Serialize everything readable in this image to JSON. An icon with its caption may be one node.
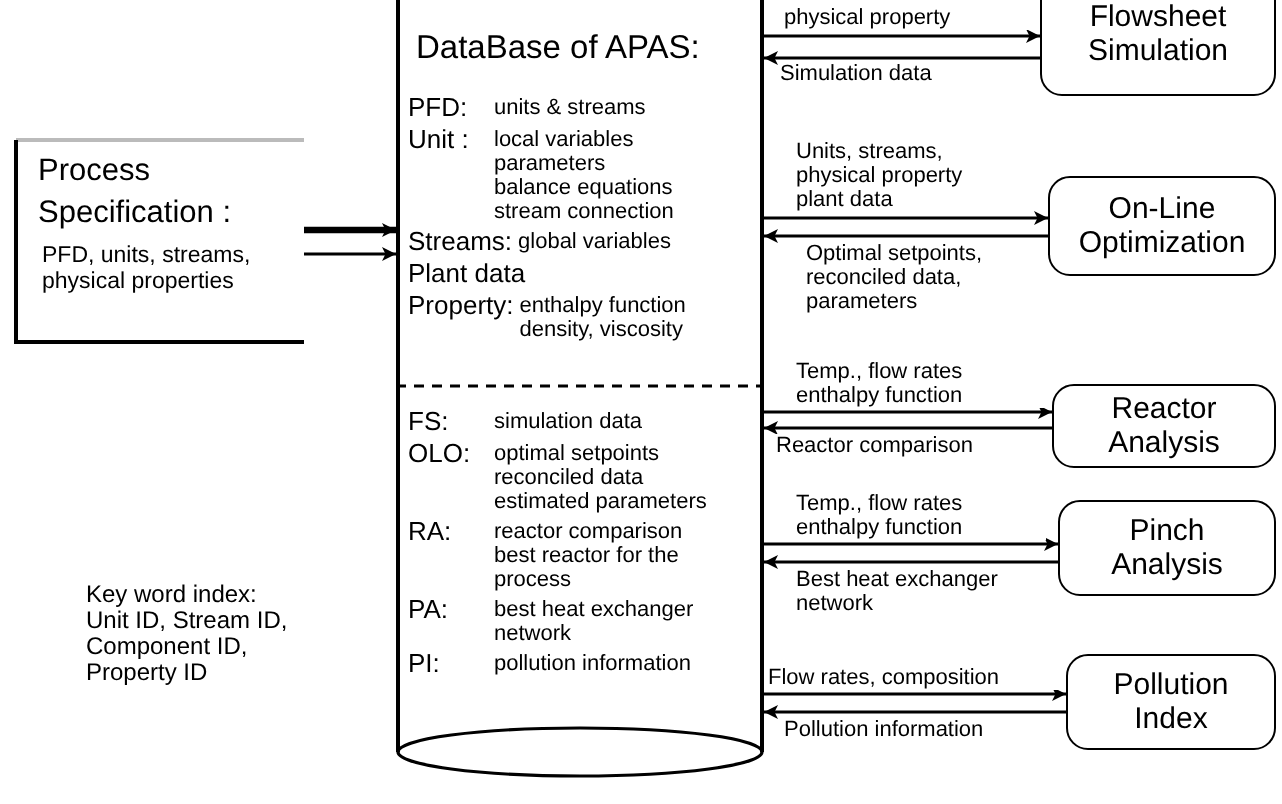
{
  "diagram": {
    "nodes": [
      {
        "text": [
          "Process Specification :",
          "PFD, units, streams, physical properties"
        ]
      },
      {
        "text": [
          "DataBase of APAS:",
          "PFD: units & streams",
          "Unit : local variables parameters balance equations stream connection",
          "Streams: global variables",
          "Plant data",
          "Property: enthalpy function density, viscosity",
          "FS: simulation data",
          "OLO: optimal setpoints reconciled data estimated parameters",
          "RA: reactor comparison best reactor for the process",
          "PA: best heat exchanger network",
          "PI: pollution information"
        ]
      },
      {
        "text": [
          "Flowsheet Simulation"
        ]
      },
      {
        "text": [
          "On-Line Optimization"
        ]
      },
      {
        "text": [
          "Reactor Analysis"
        ]
      },
      {
        "text": [
          "Pinch Analysis"
        ]
      },
      {
        "text": [
          "Pollution Index"
        ]
      }
    ],
    "edges": [
      {
        "from": 0,
        "to": 1,
        "arrow": "to",
        "style": "thick"
      },
      {
        "from": 0,
        "to": 1,
        "arrow": "to"
      },
      {
        "from": 1,
        "to": 2,
        "arrow": "to",
        "label": "physical property"
      },
      {
        "from": 2,
        "to": 1,
        "arrow": "to",
        "label": "Simulation data"
      },
      {
        "from": 1,
        "to": 3,
        "arrow": "to",
        "label": "Units, streams, physical property plant data"
      },
      {
        "from": 3,
        "to": 1,
        "arrow": "to",
        "label": "Optimal setpoints, reconciled data, parameters"
      },
      {
        "from": 1,
        "to": 4,
        "arrow": "to",
        "label": "Temp., flow rates enthalpy function"
      },
      {
        "from": 4,
        "to": 1,
        "arrow": "to",
        "label": "Reactor comparison"
      },
      {
        "from": 1,
        "to": 5,
        "arrow": "to",
        "label": "Temp., flow rates enthalpy function"
      },
      {
        "from": 5,
        "to": 1,
        "arrow": "to",
        "label": "Best heat exchanger network"
      },
      {
        "from": 1,
        "to": 6,
        "arrow": "to",
        "label": "Flow rates, composition"
      },
      {
        "from": 6,
        "to": 1,
        "arrow": "to",
        "label": "Pollution information"
      }
    ],
    "labels": [
      "Key word index: Unit ID, Stream ID, Component ID, Property ID"
    ]
  }
}
